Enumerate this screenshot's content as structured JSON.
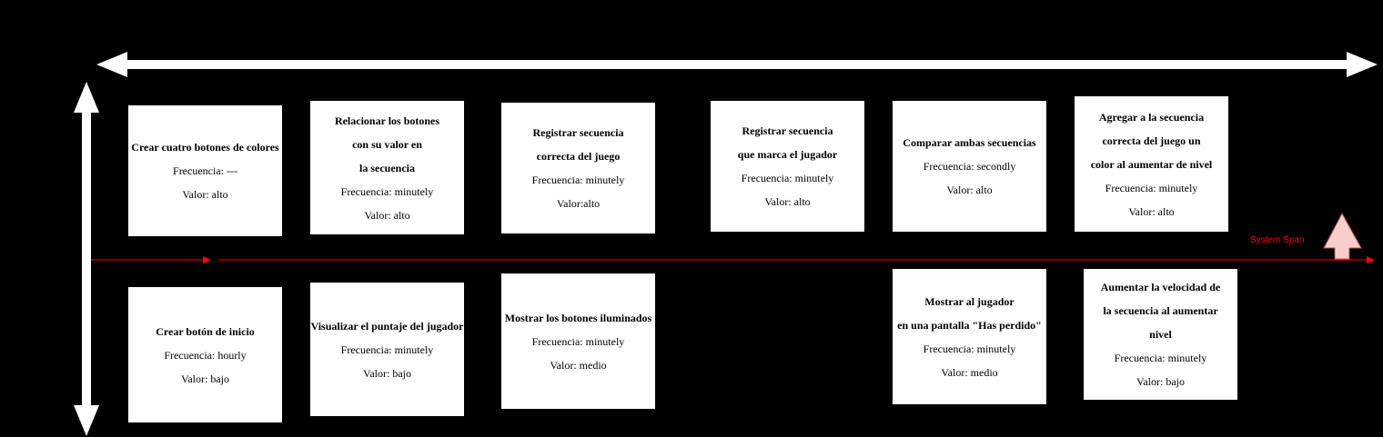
{
  "axis": {
    "span_label": "System Span",
    "span_color": "#ff0000"
  },
  "cards_top": [
    {
      "title": "Crear cuatro botones de colores",
      "frecuencia": "Frecuencia: ---",
      "valor": "Valor: alto"
    },
    {
      "title": "Relacionar los botones\ncon su valor en\nla secuencia",
      "frecuencia": "Frecuencia: minutely",
      "valor": "Valor: alto"
    },
    {
      "title": "Registrar secuencia\ncorrecta del juego",
      "frecuencia": "Frecuencia: minutely",
      "valor": "Valor:alto"
    },
    {
      "title": "Registrar secuencia\nque marca el jugador",
      "frecuencia": "Frecuencia: minutely",
      "valor": "Valor: alto"
    },
    {
      "title": "Comparar ambas secuencias",
      "frecuencia": "Frecuencia: secondly",
      "valor": "Valor: alto"
    },
    {
      "title": "Agregar a la secuencia\ncorrecta del juego un\ncolor al aumentar de nivel",
      "frecuencia": "Frecuencia: minutely",
      "valor": "Valor: alto"
    }
  ],
  "cards_bottom": [
    {
      "title": "Crear botón de inicio",
      "frecuencia": "Frecuencia: hourly",
      "valor": "Valor: bajo"
    },
    {
      "title": "Visualizar el puntaje del jugador",
      "frecuencia": "Frecuencia: minutely",
      "valor": "Valor: bajo"
    },
    {
      "title": "Mostrar los botones iluminados",
      "frecuencia": "Frecuencia: minutely",
      "valor": "Valor: medio"
    },
    {
      "title": "Mostrar al jugador\nen una pantalla \"Has perdido\"",
      "frecuencia": "Frecuencia: minutely",
      "valor": "Valor: medio"
    },
    {
      "title": "Aumentar la velocidad de\nla secuencia al aumentar\nnivel",
      "frecuencia": "Frecuencia: minutely",
      "valor": "Valor: bajo"
    }
  ]
}
